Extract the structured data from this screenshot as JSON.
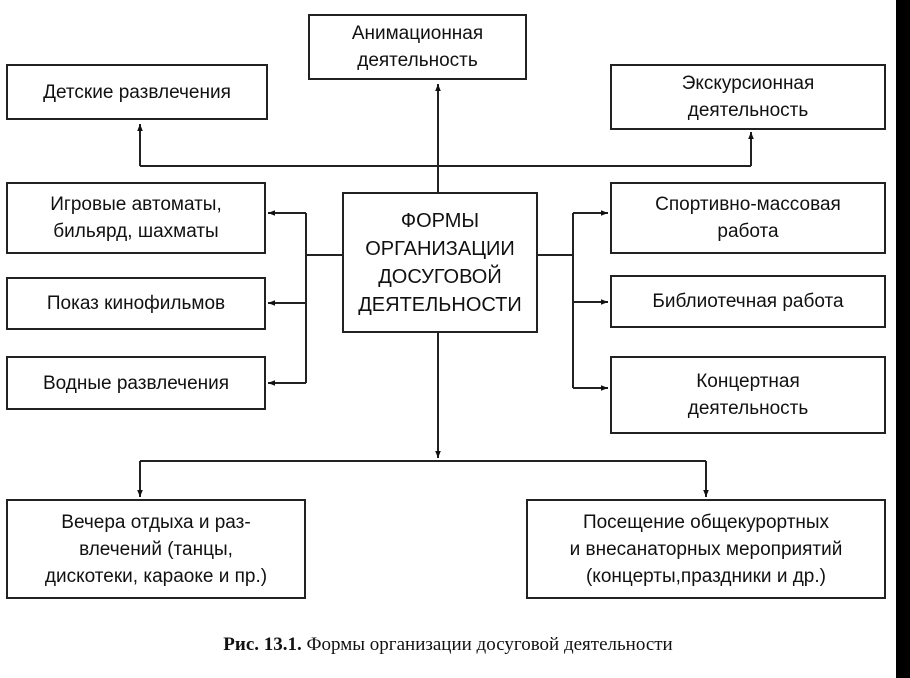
{
  "center": "ФОРМЫ\nОРГАНИЗАЦИИ\nДОСУГОВОЙ\nДЕЯТЕЛЬНОСТИ",
  "top": "Анимационная\nдеятельность",
  "left": {
    "children": "Детские развлечения",
    "slot": "Игровые автоматы,\nбильярд, шахматы",
    "films": "Показ кинофильмов",
    "water": "Водные развлечения"
  },
  "right": {
    "excursion": "Экскурсионная\nдеятельность",
    "sport": "Спортивно-массовая\nработа",
    "library": "Библиотечная работа",
    "concert": "Концертная\nдеятельность"
  },
  "bottom": {
    "evenings": "Вечера отдыха и раз-\nвлечений (танцы,\nдискотеки, караоке и пр.)",
    "resort": "Посещение общекурортных\nи внесанаторных мероприятий\n(концерты,праздники и др.)"
  },
  "caption": {
    "label": "Рис. 13.1.",
    "text": "Формы организации досуговой деятельности"
  }
}
